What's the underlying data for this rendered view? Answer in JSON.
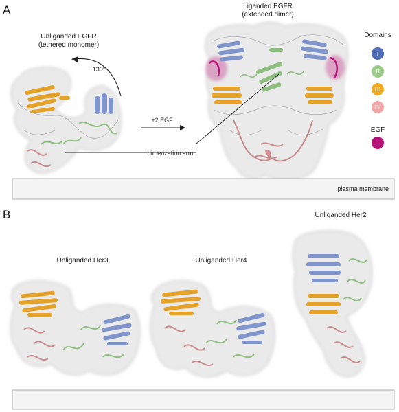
{
  "panel_a": {
    "letter": "A",
    "unliganded_egfr": {
      "line1": "Unliganded EGFR",
      "line2": "(tethered monomer)"
    },
    "rotation": "130°",
    "arrow_label": "+2 EGF",
    "liganded_egfr": {
      "line1": "Liganded EGFR",
      "line2": "(extended dimer)"
    },
    "dimerization_arm": "dimerization arm",
    "membrane": "plasma membrane"
  },
  "legend": {
    "title": "Domains",
    "domains": [
      {
        "label": "I",
        "color": "#4f6fb8"
      },
      {
        "label": "II",
        "color": "#9ccc8a"
      },
      {
        "label": "III",
        "color": "#f0a81e"
      },
      {
        "label": "IV",
        "color": "#f2a6a6"
      }
    ],
    "egf_title": "EGF",
    "egf_color": "#b5157a"
  },
  "panel_b": {
    "letter": "B",
    "her3": "Unliganded Her3",
    "her4": "Unliganded Her4",
    "her2": "Unliganded Her2"
  },
  "colors": {
    "domain_i": "#7f95cc",
    "domain_ii": "#8fbf80",
    "domain_iii": "#e5a22a",
    "domain_iv": "#c98b8b",
    "egf": "#c0237f",
    "surface": "#d9d9d9",
    "membrane_fill": "#f3f3f3"
  }
}
